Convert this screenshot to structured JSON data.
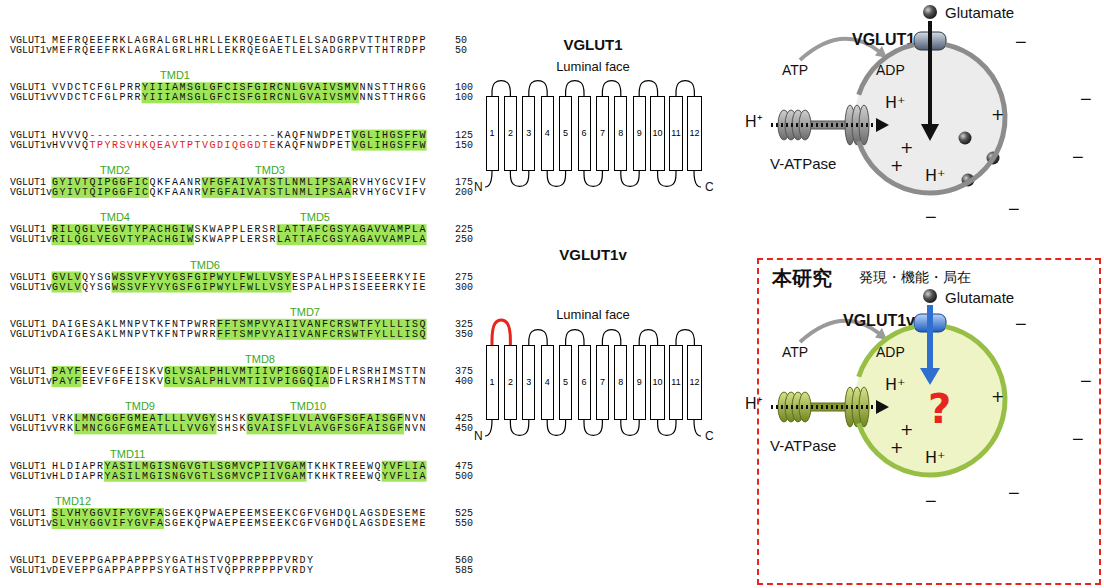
{
  "diagram": {
    "nodes": [
      {
        "text": [
          "1"
        ]
      },
      {
        "text": [
          "2"
        ]
      },
      {
        "text": [
          "3"
        ]
      },
      {
        "text": [
          "4"
        ]
      },
      {
        "text": [
          "5"
        ]
      },
      {
        "text": [
          "6"
        ]
      },
      {
        "text": [
          "7"
        ]
      },
      {
        "text": [
          "8"
        ]
      },
      {
        "text": [
          "9"
        ]
      },
      {
        "text": [
          "10"
        ]
      },
      {
        "text": [
          "11"
        ]
      },
      {
        "text": [
          "12"
        ]
      },
      {
        "text": [
          "1"
        ]
      },
      {
        "text": [
          "2"
        ]
      },
      {
        "text": [
          "3"
        ]
      },
      {
        "text": [
          "4"
        ]
      },
      {
        "text": [
          "5"
        ]
      },
      {
        "text": [
          "6"
        ]
      },
      {
        "text": [
          "7"
        ]
      },
      {
        "text": [
          "8"
        ]
      },
      {
        "text": [
          "9"
        ]
      },
      {
        "text": [
          "10"
        ]
      },
      {
        "text": [
          "11"
        ]
      },
      {
        "text": [
          "12"
        ]
      },
      {
        "text": [
          "H⁺",
          "+",
          "+",
          "+",
          "H⁺"
        ]
      },
      {
        "text": [
          "本研究",
          "発現・機能・局在"
        ]
      },
      {
        "text": [
          "H⁺",
          "+",
          "+",
          "+",
          "H⁺",
          "?"
        ],
        "in": 25
      }
    ],
    "edges": [
      {
        "from": 0,
        "to": 1,
        "arrow": "none"
      },
      {
        "from": 1,
        "to": 2,
        "arrow": "none"
      },
      {
        "from": 2,
        "to": 3,
        "arrow": "none"
      },
      {
        "from": 3,
        "to": 4,
        "arrow": "none"
      },
      {
        "from": 4,
        "to": 5,
        "arrow": "none"
      },
      {
        "from": 5,
        "to": 6,
        "arrow": "none"
      },
      {
        "from": 6,
        "to": 7,
        "arrow": "none"
      },
      {
        "from": 7,
        "to": 8,
        "arrow": "none"
      },
      {
        "from": 8,
        "to": 9,
        "arrow": "none"
      },
      {
        "from": 9,
        "to": 10,
        "arrow": "none"
      },
      {
        "from": 10,
        "to": 11,
        "arrow": "none"
      },
      {
        "from": 12,
        "to": 13,
        "arrow": "none"
      },
      {
        "from": 13,
        "to": 14,
        "arrow": "none"
      },
      {
        "from": 14,
        "to": 15,
        "arrow": "none"
      },
      {
        "from": 15,
        "to": 16,
        "arrow": "none"
      },
      {
        "from": 16,
        "to": 17,
        "arrow": "none"
      },
      {
        "from": 17,
        "to": 18,
        "arrow": "none"
      },
      {
        "from": 18,
        "to": 19,
        "arrow": "none"
      },
      {
        "from": 19,
        "to": 20,
        "arrow": "none"
      },
      {
        "from": 20,
        "to": 21,
        "arrow": "none"
      },
      {
        "from": 21,
        "to": 22,
        "arrow": "none"
      },
      {
        "from": 22,
        "to": 23,
        "arrow": "none"
      }
    ],
    "labels": [
      "VGLUT1",
      "MEFRQEEFRKLAGRALGRLHRLLEKRQEGAETLELSADGRPVTTHTRDPP",
      "50",
      "VGLUT1v",
      "MEFRQEEFRKLAGRALGRLHRLLEKRQEGAETLELSADGRPVTTHTRDPP",
      "50",
      "TMD1",
      "VGLUT1",
      "VVDCTCFGLPRRYIIIAMSGLGFCISFGIRCNLGVAIVSMVNNSTTHRGG",
      "100",
      "VGLUT1v",
      "VVDCTCFGLPRRYIIIAMSGLGFCISFGIRCNLGVAIVSMVNNSTTHRGG",
      "100",
      "VGLUT1",
      "HVVVQ",
      "-------------------------",
      "KAQFNWDPETVGLIHGSFFW",
      "125",
      "VGLUT1v",
      "HVVVQ",
      "TPYRSVHKQEAVTPTVGDIQGGDTE",
      "KAQFNWDPETVGLIHGSFFW",
      "150",
      "TMD2",
      "TMD3",
      "VGLUT1",
      "GYIVTQIPGGFICQKFAANRVFGFAIVATSTLNMLIPSAARVHYGCVIFV",
      "175",
      "VGLUT1v",
      "GYIVTQIPGGFICQKFAANRVFGFAIVATSTLNMLIPSAARVHYGCVIFV",
      "200",
      "TMD4",
      "TMD5",
      "VGLUT1",
      "RILQGLVEGVTYPACHGIWSKWAPPLERSRLATTAFCGSYAGAVVAMPLA",
      "225",
      "VGLUT1v",
      "RILQGLVEGVTYPACHGIWSKWAPPLERSRLATTAFCGSYAGAVVAMPLA",
      "250",
      "TMD6",
      "VGLUT1",
      "GVLVQYSGWSSVFYVYGSFGIPWYLFWLLVSYESPALHPSISEEERKYIE",
      "275",
      "VGLUT1v",
      "GVLVQYSGWSSVFYVYGSFGIPWYLFWLLVSYESPALHPSISEEERKYIE",
      "300",
      "TMD7",
      "VGLUT1",
      "DAIGESAKLMNPVTKFNTPWRRFFTSMPVYAIIVANFCRSWTFYLLLISQ",
      "325",
      "VGLUT1v",
      "DAIGESAKLMNPVTKFNTPWRRFFTSMPVYAIIVANFCRSWTFYLLLISQ",
      "350",
      "TMD8",
      "VGLUT1",
      "PAYFEEVFGFEISKVGLVSALPHLVMTIIVPIGGQIADFLRSRHIMSTTN",
      "375",
      "VGLUT1v",
      "PAYFEEVFGFEISKVGLVSALPHLVMTIIVPIGGQIADFLRSRHIMSTTN",
      "400",
      "TMD9",
      "TMD10",
      "VGLUT1",
      "VRKLMNCGGFGMEATLLLVVGYSHSKGVAISFLVLAVGFSGFAISGFNVN",
      "425",
      "VGLUT1v",
      "VRKLMNCGGFGMEATLLLVVGYSHSKGVAISFLVLAVGFSGFAISGFNVN",
      "450",
      "TMD11",
      "VGLUT1",
      "HLDIAPRYASILMGISNGVGTLSGMVCPIIVGAMTKHKTREEWQYVFLIA",
      "475",
      "VGLUT1v",
      "HLDIAPRYASILMGISNGVGTLSGMVCPIIVGAMTKHKTREEWQYVFLIA",
      "500",
      "TMD12",
      "VGLUT1",
      "SLVHYGGVIFYGVFASGEKQPWAEPEEMSEEKCGFVGHDQLAGSDESEME",
      "525",
      "VGLUT1v",
      "SLVHYGGVIFYGVFASGEKQPWAEPEEMSEEKCGFVGHDQLAGSDESEME",
      "550",
      "VGLUT1",
      "DEVEPPGAPPAPPPSYGATHSTVQPPRPPPPVRDY",
      "560",
      "VGLUT1v",
      "DEVEPPGAPPAPPPSYGATHSTVQPPRPPPPVRDY",
      "585",
      "VGLUT1",
      "Luminal face",
      "N",
      "C",
      "VGLUT1v",
      "Luminal face",
      "N",
      "C",
      "Glutamate",
      "VGLUT1",
      "ATP",
      "ADP",
      "H⁺",
      "V-ATPase",
      "−",
      "−",
      "−",
      "−",
      "−",
      "Glutamate",
      "VGLUT1v",
      "ATP",
      "ADP",
      "H⁺",
      "V-ATPase",
      "−",
      "−",
      "−",
      "−",
      "−"
    ]
  }
}
